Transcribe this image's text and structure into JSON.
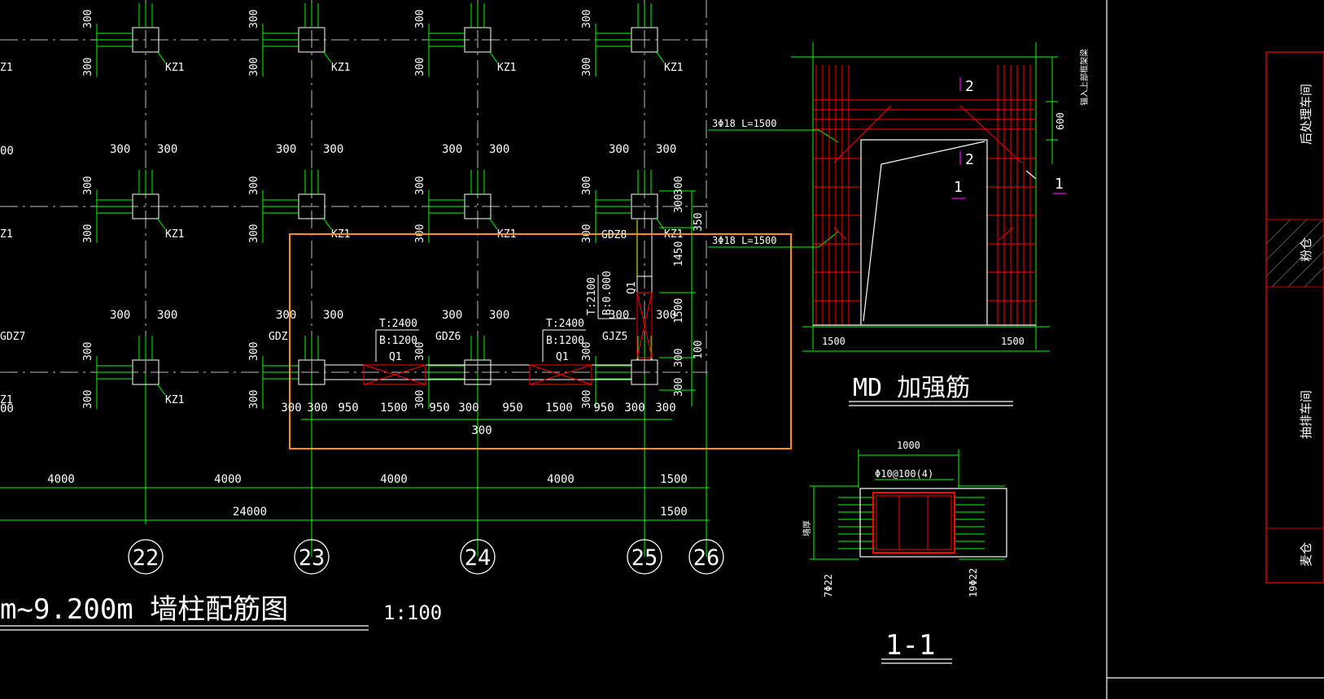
{
  "drawing": {
    "plan_title": "m~9.200m 墙柱配筋图",
    "plan_scale": "1:100",
    "md_title": "MD 加强筋",
    "section_title": "1-1"
  },
  "grid_axes": [
    "22",
    "23",
    "24",
    "25",
    "26"
  ],
  "dimensions": {
    "bays": [
      "4000",
      "4000",
      "4000",
      "4000",
      "1500"
    ],
    "total": "24000",
    "total_right": "1500",
    "wall_segments": [
      "300",
      "300",
      "950",
      "1500",
      "950",
      "300",
      "950",
      "1500",
      "950",
      "300",
      "300"
    ],
    "wall_sub": "300",
    "column_offset": "300",
    "left_partial": "00",
    "vertical_right": [
      "300",
      "300",
      "350",
      "1450",
      "1500",
      "300",
      "100",
      "300"
    ]
  },
  "labels": {
    "column": "KZ1",
    "column_partial": "Z1",
    "gdz": "GDZ",
    "gdz6": "GDZ6",
    "gdz7": "GDZ7",
    "gdz8": "GDZ8",
    "gjz5": "GJZ5",
    "window_t": "T:2400",
    "window_b": "B:1200",
    "window_id": "Q1",
    "door_t": "T:2100",
    "door_b": "B:0.000",
    "door_id": "Q1"
  },
  "md_detail": {
    "bar_top": "3Φ18 L=1500",
    "bar_bottom": "3Φ18 L=1500",
    "dim_left": "1500",
    "dim_right": "1500",
    "dim_600": "600",
    "anchor_note": "锚入上部框架梁",
    "section_mark_2a": "2",
    "section_mark_2b": "2",
    "section_mark_1a": "1",
    "section_mark_1b": "1"
  },
  "section_detail": {
    "width": "1000",
    "stirrup": "Φ10@100(4)",
    "left_bar": "7Φ22",
    "right_bar": "19Φ22",
    "side_note": "墙厚"
  },
  "side_panel": {
    "items": [
      "后处理车间",
      "粉仓",
      "抽排车间",
      "麦仓"
    ]
  },
  "colors": {
    "background": "#000000",
    "line": "#ffffff",
    "dimension": "#00ff00",
    "rebar": "#ff0000",
    "highlight_box": "#ff8c1a",
    "section_mark": "#ff00ff",
    "panel_border": "#cc0000",
    "leader": "#ffff00"
  }
}
